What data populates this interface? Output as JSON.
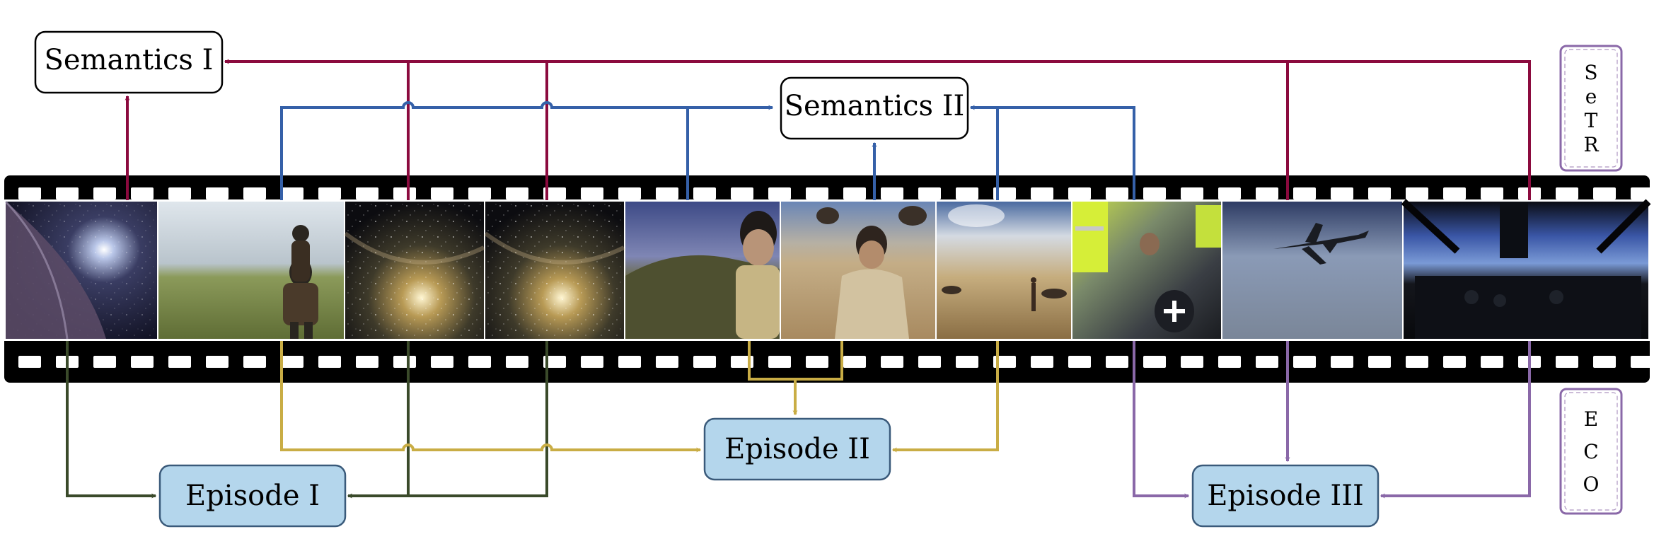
{
  "diagram": {
    "semantic_nodes": [
      {
        "id": "sem1",
        "label": "Semantics I"
      },
      {
        "id": "sem2",
        "label": "Semantics II"
      }
    ],
    "episode_nodes": [
      {
        "id": "ep1",
        "label": "Episode I"
      },
      {
        "id": "ep2",
        "label": "Episode II"
      },
      {
        "id": "ep3",
        "label": "Episode III"
      }
    ],
    "side_labels": {
      "top": {
        "letters": [
          "S",
          "e",
          "T",
          "R"
        ]
      },
      "bottom": {
        "letters": [
          "E",
          "C",
          "O"
        ]
      }
    },
    "frames": [
      {
        "id": "f1",
        "scene": "planet-limb-in-space"
      },
      {
        "id": "f2",
        "scene": "man-walking-in-field"
      },
      {
        "id": "f3",
        "scene": "galaxy-view"
      },
      {
        "id": "f4",
        "scene": "galaxy-view"
      },
      {
        "id": "f5",
        "scene": "man-in-volcanic-landscape"
      },
      {
        "id": "f6",
        "scene": "man-crouching-in-desert"
      },
      {
        "id": "f7",
        "scene": "person-standing-in-desert"
      },
      {
        "id": "f8",
        "scene": "crew-with-helmet"
      },
      {
        "id": "f9",
        "scene": "jet-flying-over-sea"
      },
      {
        "id": "f10",
        "scene": "cockpit-interior"
      }
    ],
    "links": {
      "semantics_I": [
        "f1",
        "f3",
        "f4",
        "f9",
        "f10"
      ],
      "semantics_II": [
        "f2",
        "f5",
        "f6",
        "f7",
        "f8"
      ],
      "episode_I": [
        "f1",
        "f3",
        "f4"
      ],
      "episode_II": [
        "f2",
        "f5",
        "f6",
        "f7"
      ],
      "episode_III": [
        "f8",
        "f9",
        "f10"
      ]
    },
    "colors": {
      "semantics_I": "#8b0a3e",
      "semantics_II": "#3560a8",
      "episode_I": "#3a4a2a",
      "episode_II": "#c9ad45",
      "episode_III": "#8a68a8",
      "episode_box_fill": "#b4d6ec",
      "episode_box_stroke": "#3a5a7a",
      "side_box_stroke": "#8a68a8",
      "film": "#000000"
    }
  }
}
